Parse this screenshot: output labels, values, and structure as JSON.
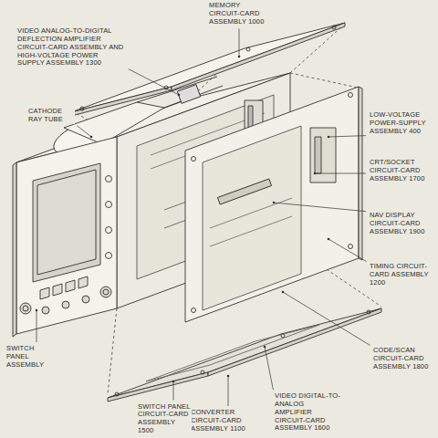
{
  "diagram": {
    "labels": [
      "MEMORY CIRCUIT-CARD ASSEMBLY 1000",
      "VIDEO ANALOG-TO-DIGITAL DEFLECTION AMPLIFIER CIRCUIT-CARD ASSEMBLY AND HIGH-VOLTAGE POWER SUPPLY ASSEMBLY 1300",
      "CATHODE RAY TUBE",
      "LOW-VOLTAGE POWER-SUPPLY ASSEMBLY 400",
      "CRT/SOCKET CIRCUIT-CARD ASSEMBLY 1700",
      "NAV DISPLAY CIRCUIT-CARD ASSEMBLY 1900",
      "TIMING CIRCUIT-CARD ASSEMBLY 1200",
      "CODE/SCAN CIRCUIT-CARD ASSEMBLY 1800",
      "VIDEO DIGITAL-TO-ANALOG AMPLIFIER CIRCUIT-CARD ASSEMBLY 1600",
      "CONVERTER CIRCUIT-CARD ASSEMBLY 1100",
      "SWITCH PANEL CIRCUIT-CARD ASSEMBLY 1500",
      "SWITCH PANEL ASSEMBLY"
    ]
  }
}
